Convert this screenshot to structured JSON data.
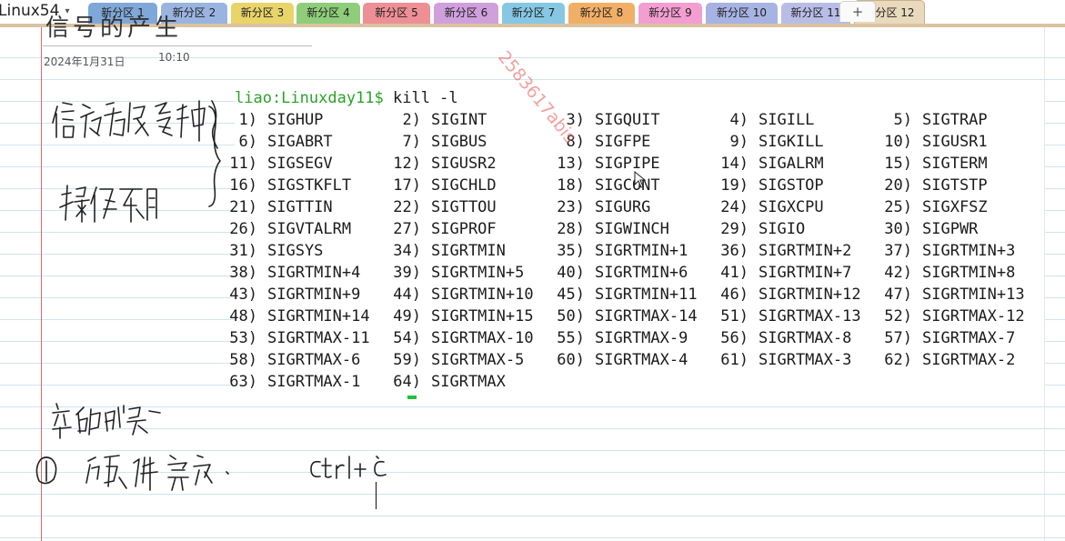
{
  "notebook": {
    "name": "Linux54",
    "caret": "▾"
  },
  "tabs": [
    {
      "label": "新分区 1",
      "color": "#7fa8d8",
      "active": false
    },
    {
      "label": "新分区 2",
      "color": "#9ab4e0",
      "active": false
    },
    {
      "label": "新分区 3",
      "color": "#e9d46a",
      "active": false
    },
    {
      "label": "新分区 4",
      "color": "#8fcd7a",
      "active": false
    },
    {
      "label": "新分区 5",
      "color": "#ee8f95",
      "active": false
    },
    {
      "label": "新分区 6",
      "color": "#cfa0dc",
      "active": false
    },
    {
      "label": "新分区 7",
      "color": "#86c8e4",
      "active": false
    },
    {
      "label": "新分区 8",
      "color": "#f1ae66",
      "active": false
    },
    {
      "label": "新分区 9",
      "color": "#f39ed0",
      "active": false
    },
    {
      "label": "新分区 10",
      "color": "#a7b3e3",
      "active": false
    },
    {
      "label": "新分区 11",
      "color": "#b9bde6",
      "active": false
    },
    {
      "label": "新分区 12",
      "color": "#e9d9bd",
      "active": true
    }
  ],
  "add_tab_label": "+",
  "page": {
    "title_fragment": "信号的产生",
    "date": "2024年1月31日",
    "time": "10:10"
  },
  "terminal": {
    "prompt": "liao:Linuxday11$",
    "command": " kill -l",
    "signals": [
      [
        [
          "1)",
          "SIGHUP"
        ],
        [
          "2)",
          "SIGINT"
        ],
        [
          "3)",
          "SIGQUIT"
        ],
        [
          "4)",
          "SIGILL"
        ],
        [
          "5)",
          "SIGTRAP"
        ]
      ],
      [
        [
          "6)",
          "SIGABRT"
        ],
        [
          "7)",
          "SIGBUS"
        ],
        [
          "8)",
          "SIGFPE"
        ],
        [
          "9)",
          "SIGKILL"
        ],
        [
          "10)",
          "SIGUSR1"
        ]
      ],
      [
        [
          "11)",
          "SIGSEGV"
        ],
        [
          "12)",
          "SIGUSR2"
        ],
        [
          "13)",
          "SIGPIPE"
        ],
        [
          "14)",
          "SIGALRM"
        ],
        [
          "15)",
          "SIGTERM"
        ]
      ],
      [
        [
          "16)",
          "SIGSTKFLT"
        ],
        [
          "17)",
          "SIGCHLD"
        ],
        [
          "18)",
          "SIGCONT"
        ],
        [
          "19)",
          "SIGSTOP"
        ],
        [
          "20)",
          "SIGTSTP"
        ]
      ],
      [
        [
          "21)",
          "SIGTTIN"
        ],
        [
          "22)",
          "SIGTTOU"
        ],
        [
          "23)",
          "SIGURG"
        ],
        [
          "24)",
          "SIGXCPU"
        ],
        [
          "25)",
          "SIGXFSZ"
        ]
      ],
      [
        [
          "26)",
          "SIGVTALRM"
        ],
        [
          "27)",
          "SIGPROF"
        ],
        [
          "28)",
          "SIGWINCH"
        ],
        [
          "29)",
          "SIGIO"
        ],
        [
          "30)",
          "SIGPWR"
        ]
      ],
      [
        [
          "31)",
          "SIGSYS"
        ],
        [
          "34)",
          "SIGRTMIN"
        ],
        [
          "35)",
          "SIGRTMIN+1"
        ],
        [
          "36)",
          "SIGRTMIN+2"
        ],
        [
          "37)",
          "SIGRTMIN+3"
        ]
      ],
      [
        [
          "38)",
          "SIGRTMIN+4"
        ],
        [
          "39)",
          "SIGRTMIN+5"
        ],
        [
          "40)",
          "SIGRTMIN+6"
        ],
        [
          "41)",
          "SIGRTMIN+7"
        ],
        [
          "42)",
          "SIGRTMIN+8"
        ]
      ],
      [
        [
          "43)",
          "SIGRTMIN+9"
        ],
        [
          "44)",
          "SIGRTMIN+10"
        ],
        [
          "45)",
          "SIGRTMIN+11"
        ],
        [
          "46)",
          "SIGRTMIN+12"
        ],
        [
          "47)",
          "SIGRTMIN+13"
        ]
      ],
      [
        [
          "48)",
          "SIGRTMIN+14"
        ],
        [
          "49)",
          "SIGRTMIN+15"
        ],
        [
          "50)",
          "SIGRTMAX-14"
        ],
        [
          "51)",
          "SIGRTMAX-13"
        ],
        [
          "52)",
          "SIGRTMAX-12"
        ]
      ],
      [
        [
          "53)",
          "SIGRTMAX-11"
        ],
        [
          "54)",
          "SIGRTMAX-10"
        ],
        [
          "55)",
          "SIGRTMAX-9"
        ],
        [
          "56)",
          "SIGRTMAX-8"
        ],
        [
          "57)",
          "SIGRTMAX-7"
        ]
      ],
      [
        [
          "58)",
          "SIGRTMAX-6"
        ],
        [
          "59)",
          "SIGRTMAX-5"
        ],
        [
          "60)",
          "SIGRTMAX-4"
        ],
        [
          "61)",
          "SIGRTMAX-3"
        ],
        [
          "62)",
          "SIGRTMAX-2"
        ]
      ],
      [
        [
          "63)",
          "SIGRTMAX-1"
        ],
        [
          "64)",
          "SIGRTMAX"
        ]
      ]
    ]
  },
  "watermark": "2583617abis",
  "handwriting": {
    "note_1": "信号有很多种",
    "note_2": "操作不同",
    "note_3": "产生的场景",
    "note_4": "① 硬件 异常.",
    "note_5": "Ctrl+C"
  },
  "colors": {
    "prompt_green": "#2aa32a",
    "margin_red": "#e06a6a",
    "rule_blue": "#cfe3ef",
    "watermark_red": "#eb5050"
  }
}
